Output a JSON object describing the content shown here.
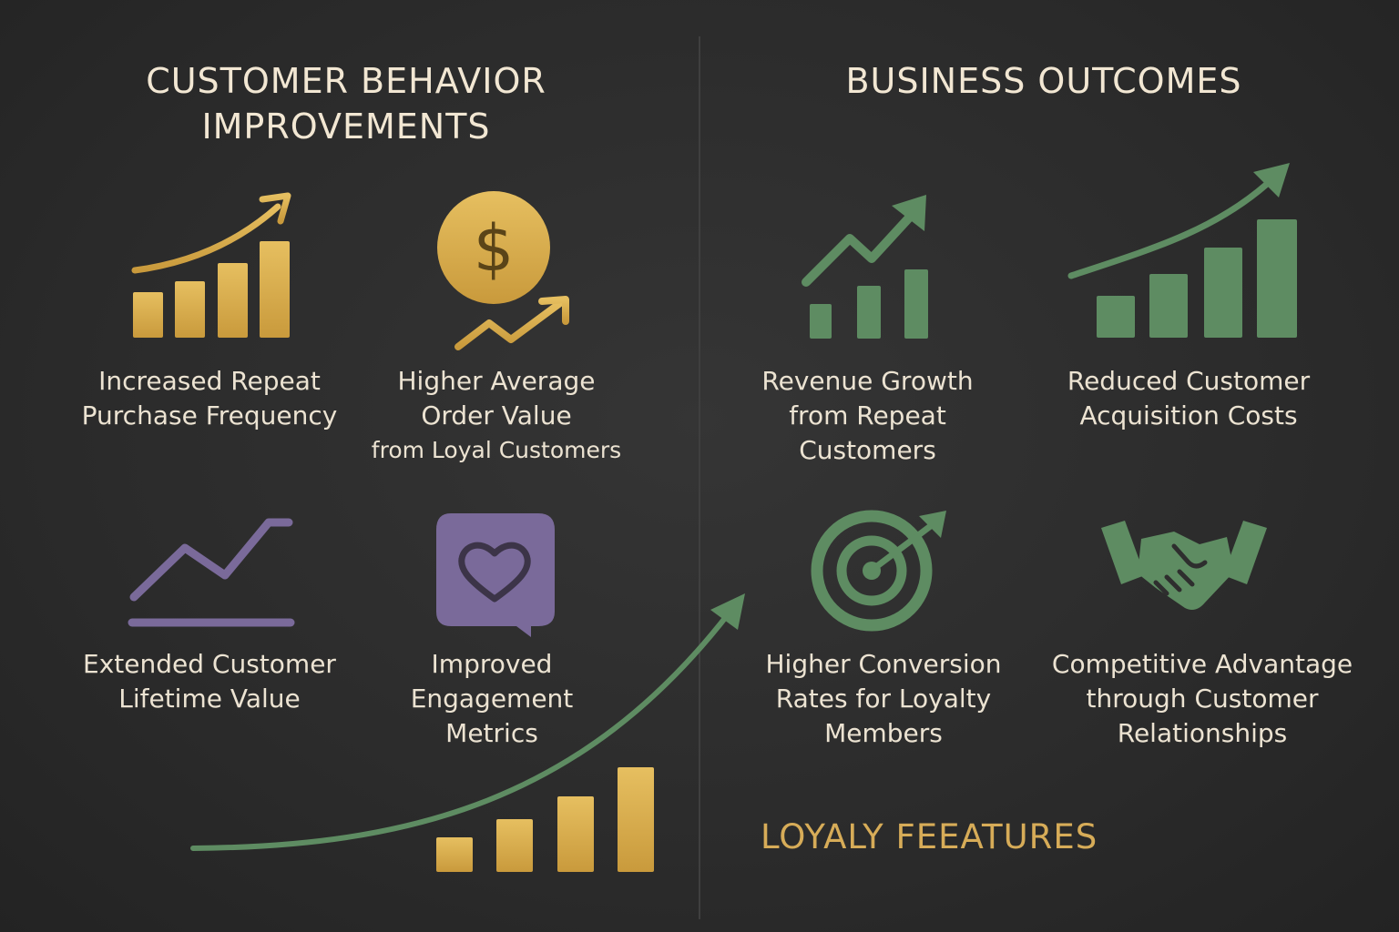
{
  "left_section": {
    "heading_line1": "CUSTOMER BEHAVIOR",
    "heading_line2": "IMPROVEMENTS",
    "items": [
      {
        "icon": "bar-chart-trend-icon",
        "line1": "Increased Repeat",
        "line2": "Purchase Frequency"
      },
      {
        "icon": "dollar-coin-icon",
        "line1": "Higher Average",
        "line2": "Order Value",
        "line3": "from Loyal Customers"
      },
      {
        "icon": "line-graph-icon",
        "line1": "Extended Customer",
        "line2": "Lifetime Value"
      },
      {
        "icon": "heart-chat-icon",
        "line1": "Improved",
        "line2": "Engagement",
        "line3": "Metrics"
      }
    ]
  },
  "right_section": {
    "heading": "BUSINESS OUTCOMES",
    "items": [
      {
        "icon": "growth-chart-icon",
        "line1": "Revenue Growth",
        "line2": "from Repeat",
        "line3": "Customers"
      },
      {
        "icon": "rising-bars-icon",
        "line1": "Reduced Customer",
        "line2": "Acquisition Costs"
      },
      {
        "icon": "target-icon",
        "line1": "Higher Conversion",
        "line2": "Rates for Loyalty",
        "line3": "Members"
      },
      {
        "icon": "handshake-icon",
        "line1": "Competitive Advantage",
        "line2": "through Customer",
        "line3": "Relationships"
      }
    ]
  },
  "footer": {
    "features_title": "LOYALY FEEATURES"
  },
  "colors": {
    "background": "#2b2b2b",
    "heading": "#f2e7d3",
    "text": "#ece3d2",
    "gold": "#d9b054",
    "purple": "#7a6a9a",
    "green": "#5e8c62",
    "features_title": "#d7ac58"
  }
}
